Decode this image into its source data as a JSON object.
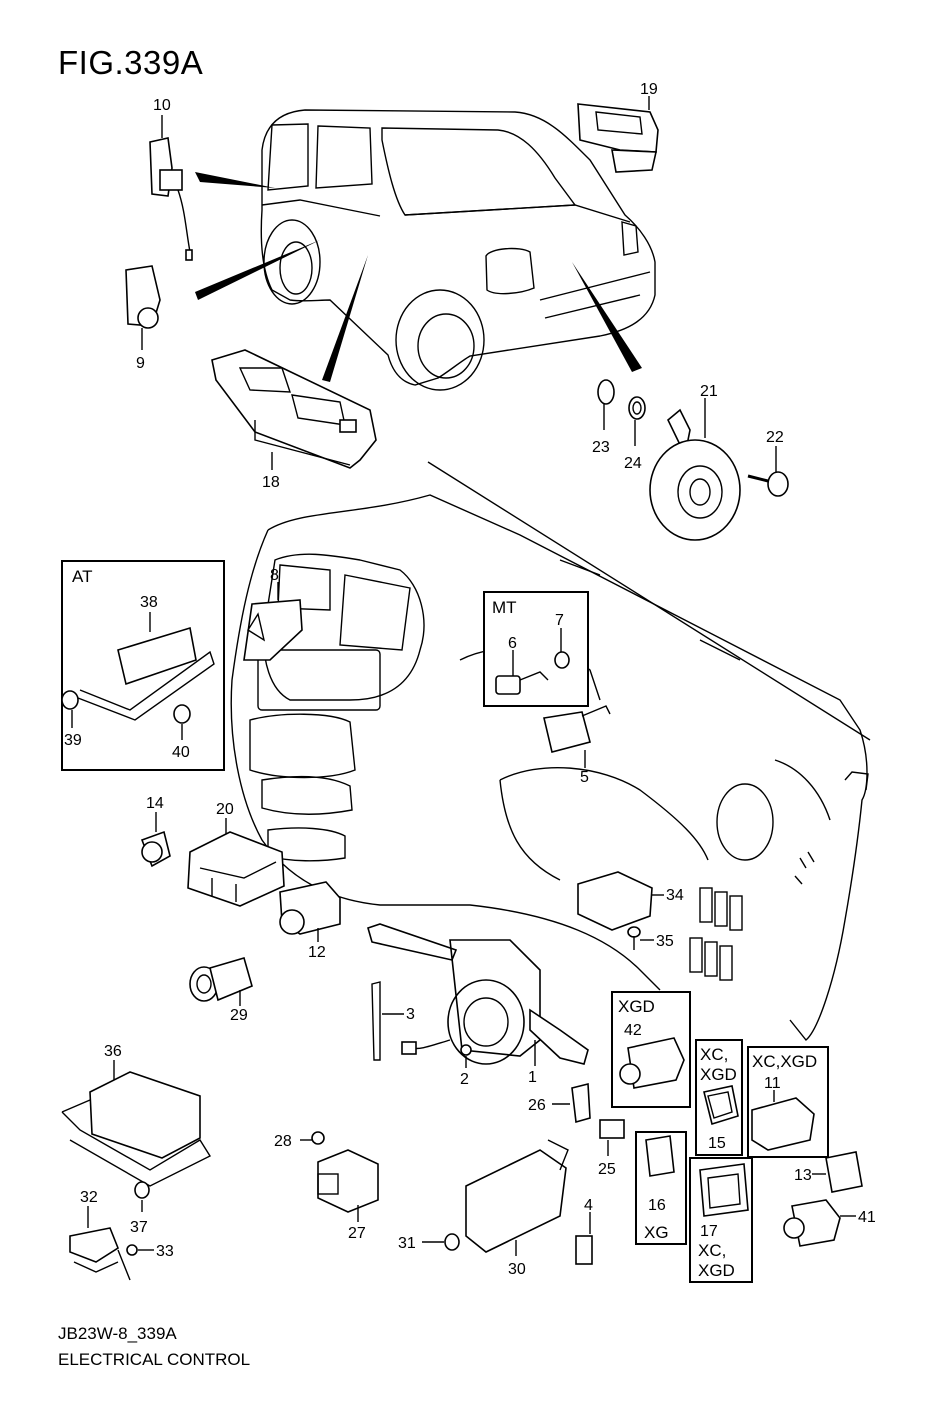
{
  "figure": {
    "title": "FIG.339A",
    "code": "JB23W-8_339A",
    "description": "ELECTRICAL CONTROL"
  },
  "variant_boxes": {
    "at": "AT",
    "mt": "MT",
    "xgd": "XGD",
    "xc": "XC,",
    "xgd2": "XGD",
    "xc_xgd": "XC,XGD",
    "xg": "XG",
    "xc3": "XC,",
    "xgd3": "XGD"
  },
  "callouts": {
    "p1": "1",
    "p2": "2",
    "p3": "3",
    "p4": "4",
    "p5": "5",
    "p6": "6",
    "p7": "7",
    "p8": "8",
    "p9": "9",
    "p10": "10",
    "p11": "11",
    "p12": "12",
    "p13": "13",
    "p14": "14",
    "p15": "15",
    "p16": "16",
    "p17": "17",
    "p18": "18",
    "p19": "19",
    "p20": "20",
    "p21": "21",
    "p22": "22",
    "p23": "23",
    "p24": "24",
    "p25": "25",
    "p26": "26",
    "p27": "27",
    "p28": "28",
    "p29": "29",
    "p30": "30",
    "p31": "31",
    "p32": "32",
    "p33": "33",
    "p34": "34",
    "p35": "35",
    "p36": "36",
    "p37": "37",
    "p38": "38",
    "p39": "39",
    "p40": "40",
    "p41": "41",
    "p42": "42"
  }
}
